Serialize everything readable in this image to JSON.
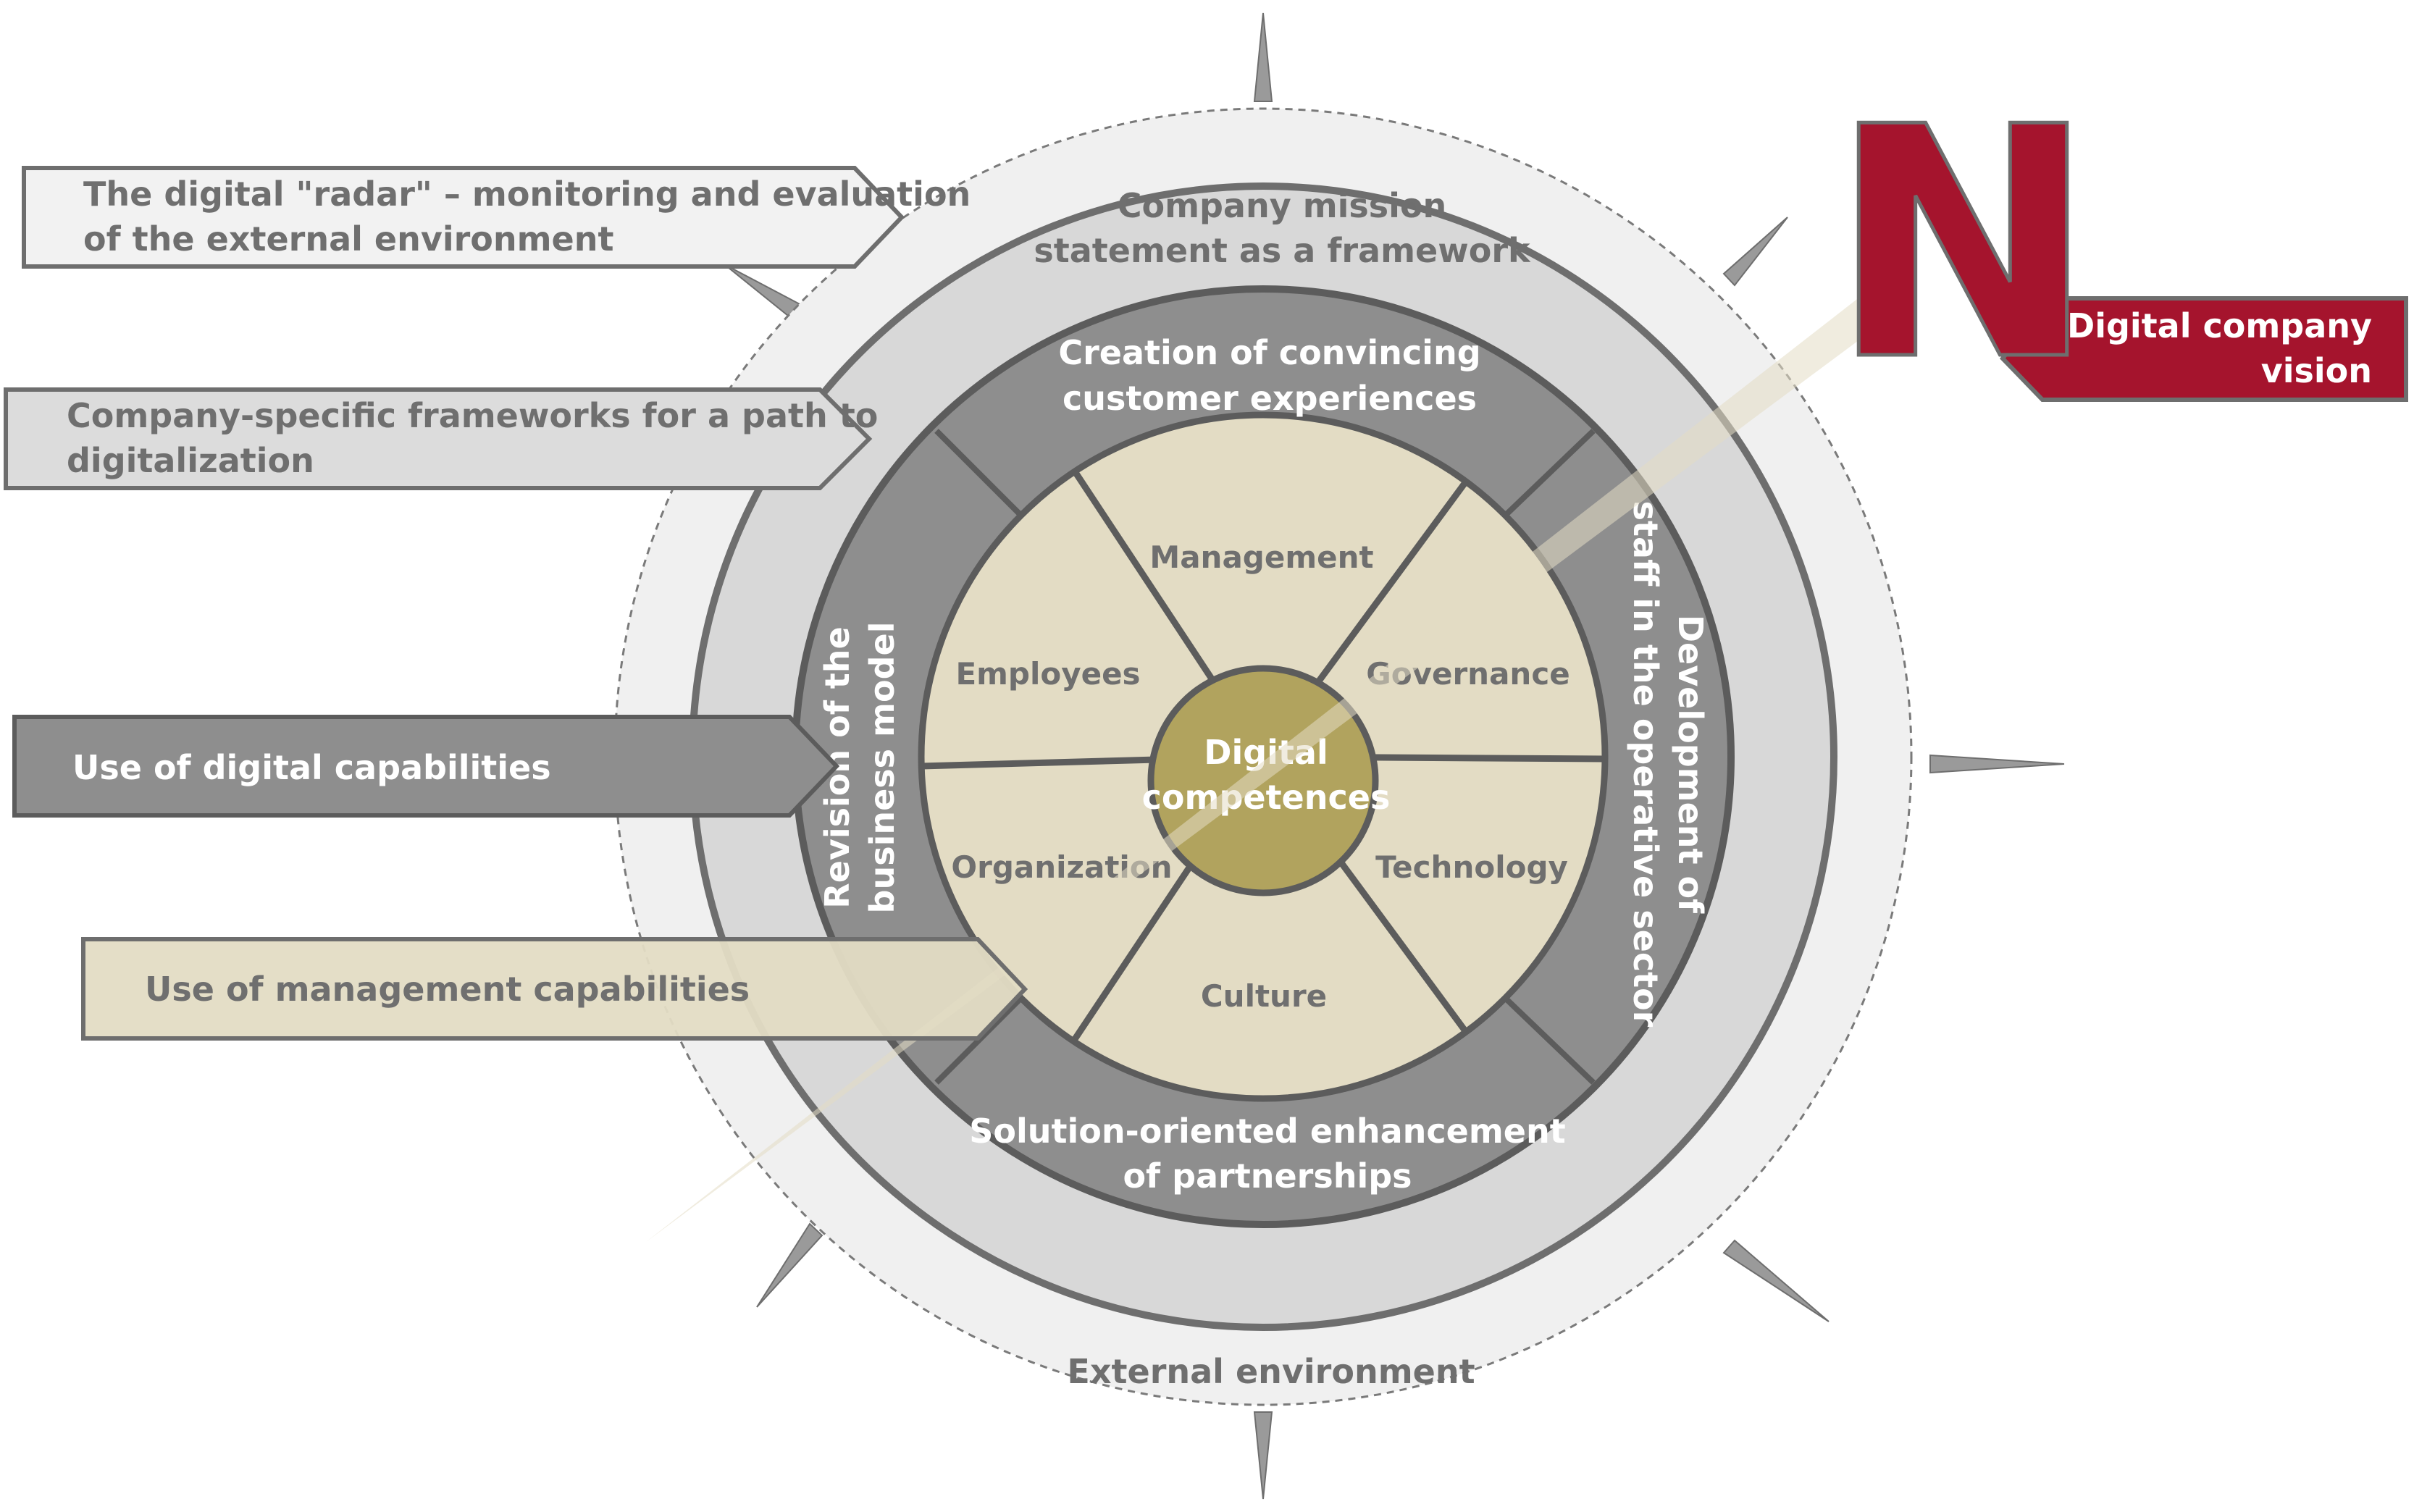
{
  "diagram": {
    "external_environment": "External environment",
    "mission": [
      "Company mission",
      "statement as a framework"
    ],
    "ring_top": [
      "Creation of convincing",
      "customer experiences"
    ],
    "ring_bottom": [
      "Solution-oriented enhancement",
      "of partnerships"
    ],
    "ring_left": [
      "Revision of the",
      "business model"
    ],
    "ring_right": [
      "Development of",
      "staff in the operative sector"
    ],
    "segments": {
      "management": "Management",
      "governance": "Governance",
      "technology": "Technology",
      "culture": "Culture",
      "organization": "Organization",
      "employees": "Employees"
    },
    "center": [
      "Digital",
      "competences"
    ],
    "compass_letter": "N",
    "vision": [
      "Digital company",
      "vision"
    ]
  },
  "callouts": {
    "radar": [
      "The digital \"radar\" – monitoring and evaluation",
      "of the external environment"
    ],
    "frameworks": [
      "Company-specific frameworks for a path to",
      "digitalization"
    ],
    "digital_capabilities": "Use of digital capabilities",
    "management_capabilities": "Use of management capabilities"
  },
  "colors": {
    "outer_ring": "#f0f0f0",
    "mission_ring": "#d8d8d8",
    "dark_ring": "#8e8e8e",
    "segments": "#e3dcc4",
    "center": "#b1a35e",
    "accent_red": "#a5142d",
    "callout_light": "#f2f2f2",
    "callout_mid": "#dcdcdc",
    "callout_dark": "#8e8e8e",
    "callout_beige": "#e3dcc4"
  }
}
